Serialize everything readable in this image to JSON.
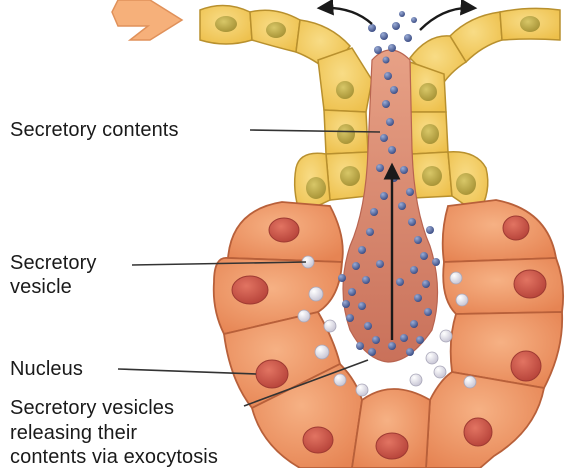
{
  "labels": {
    "secretory_contents": "Secretory contents",
    "secretory_vesicle": "Secretory\nvesicle",
    "nucleus": "Nucleus",
    "releasing_vesicles": "Secretory vesicles\nreleasing their\ncontents via exocytosis"
  },
  "colors": {
    "acinar_cell": "#EE9466",
    "acinar_outline": "#B8603A",
    "duct_cell": "#F2CB5E",
    "duct_outline": "#B8902E",
    "lumen": "#D9856A",
    "nucleus": "#D0574A",
    "duct_nucleus": "#C2AE4C",
    "granule": "#5A6FA3",
    "vesicle": "#E8E6EE",
    "flow_arrow": "#1a1a1a",
    "incoming_arrow": "#F6B07A"
  }
}
